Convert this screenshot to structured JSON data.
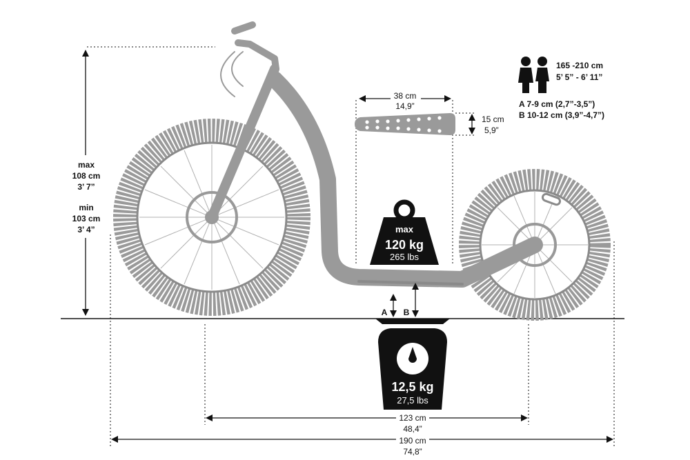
{
  "height": {
    "max_label": "max",
    "max_cm": "108 cm",
    "max_in": "3’ 7”",
    "min_label": "min",
    "min_cm": "103 cm",
    "min_in": "3’ 4”"
  },
  "rider": {
    "height_cm": "165 -210 cm",
    "height_in": "5’ 5” - 6’ 11”",
    "clearance_a": "A 7-9 cm (2,7”-3,5”)",
    "clearance_b": "B 10-12 cm (3,9”-4,7”)"
  },
  "deck": {
    "length_cm": "38 cm",
    "length_in": "14,9”",
    "width_cm": "15 cm",
    "width_in": "5,9”"
  },
  "load": {
    "label": "max",
    "value": "120 kg",
    "value_lbs": "265 lbs"
  },
  "markers": {
    "a": "A",
    "b": "B"
  },
  "weight": {
    "value": "12,5 kg",
    "value_lbs": "27,5 lbs"
  },
  "wheelbase": {
    "cm": "123 cm",
    "in": "48,4”"
  },
  "length": {
    "cm": "190 cm",
    "in": "74,8”"
  },
  "colors": {
    "frame": "#9a9a9a",
    "ink": "#111111"
  }
}
